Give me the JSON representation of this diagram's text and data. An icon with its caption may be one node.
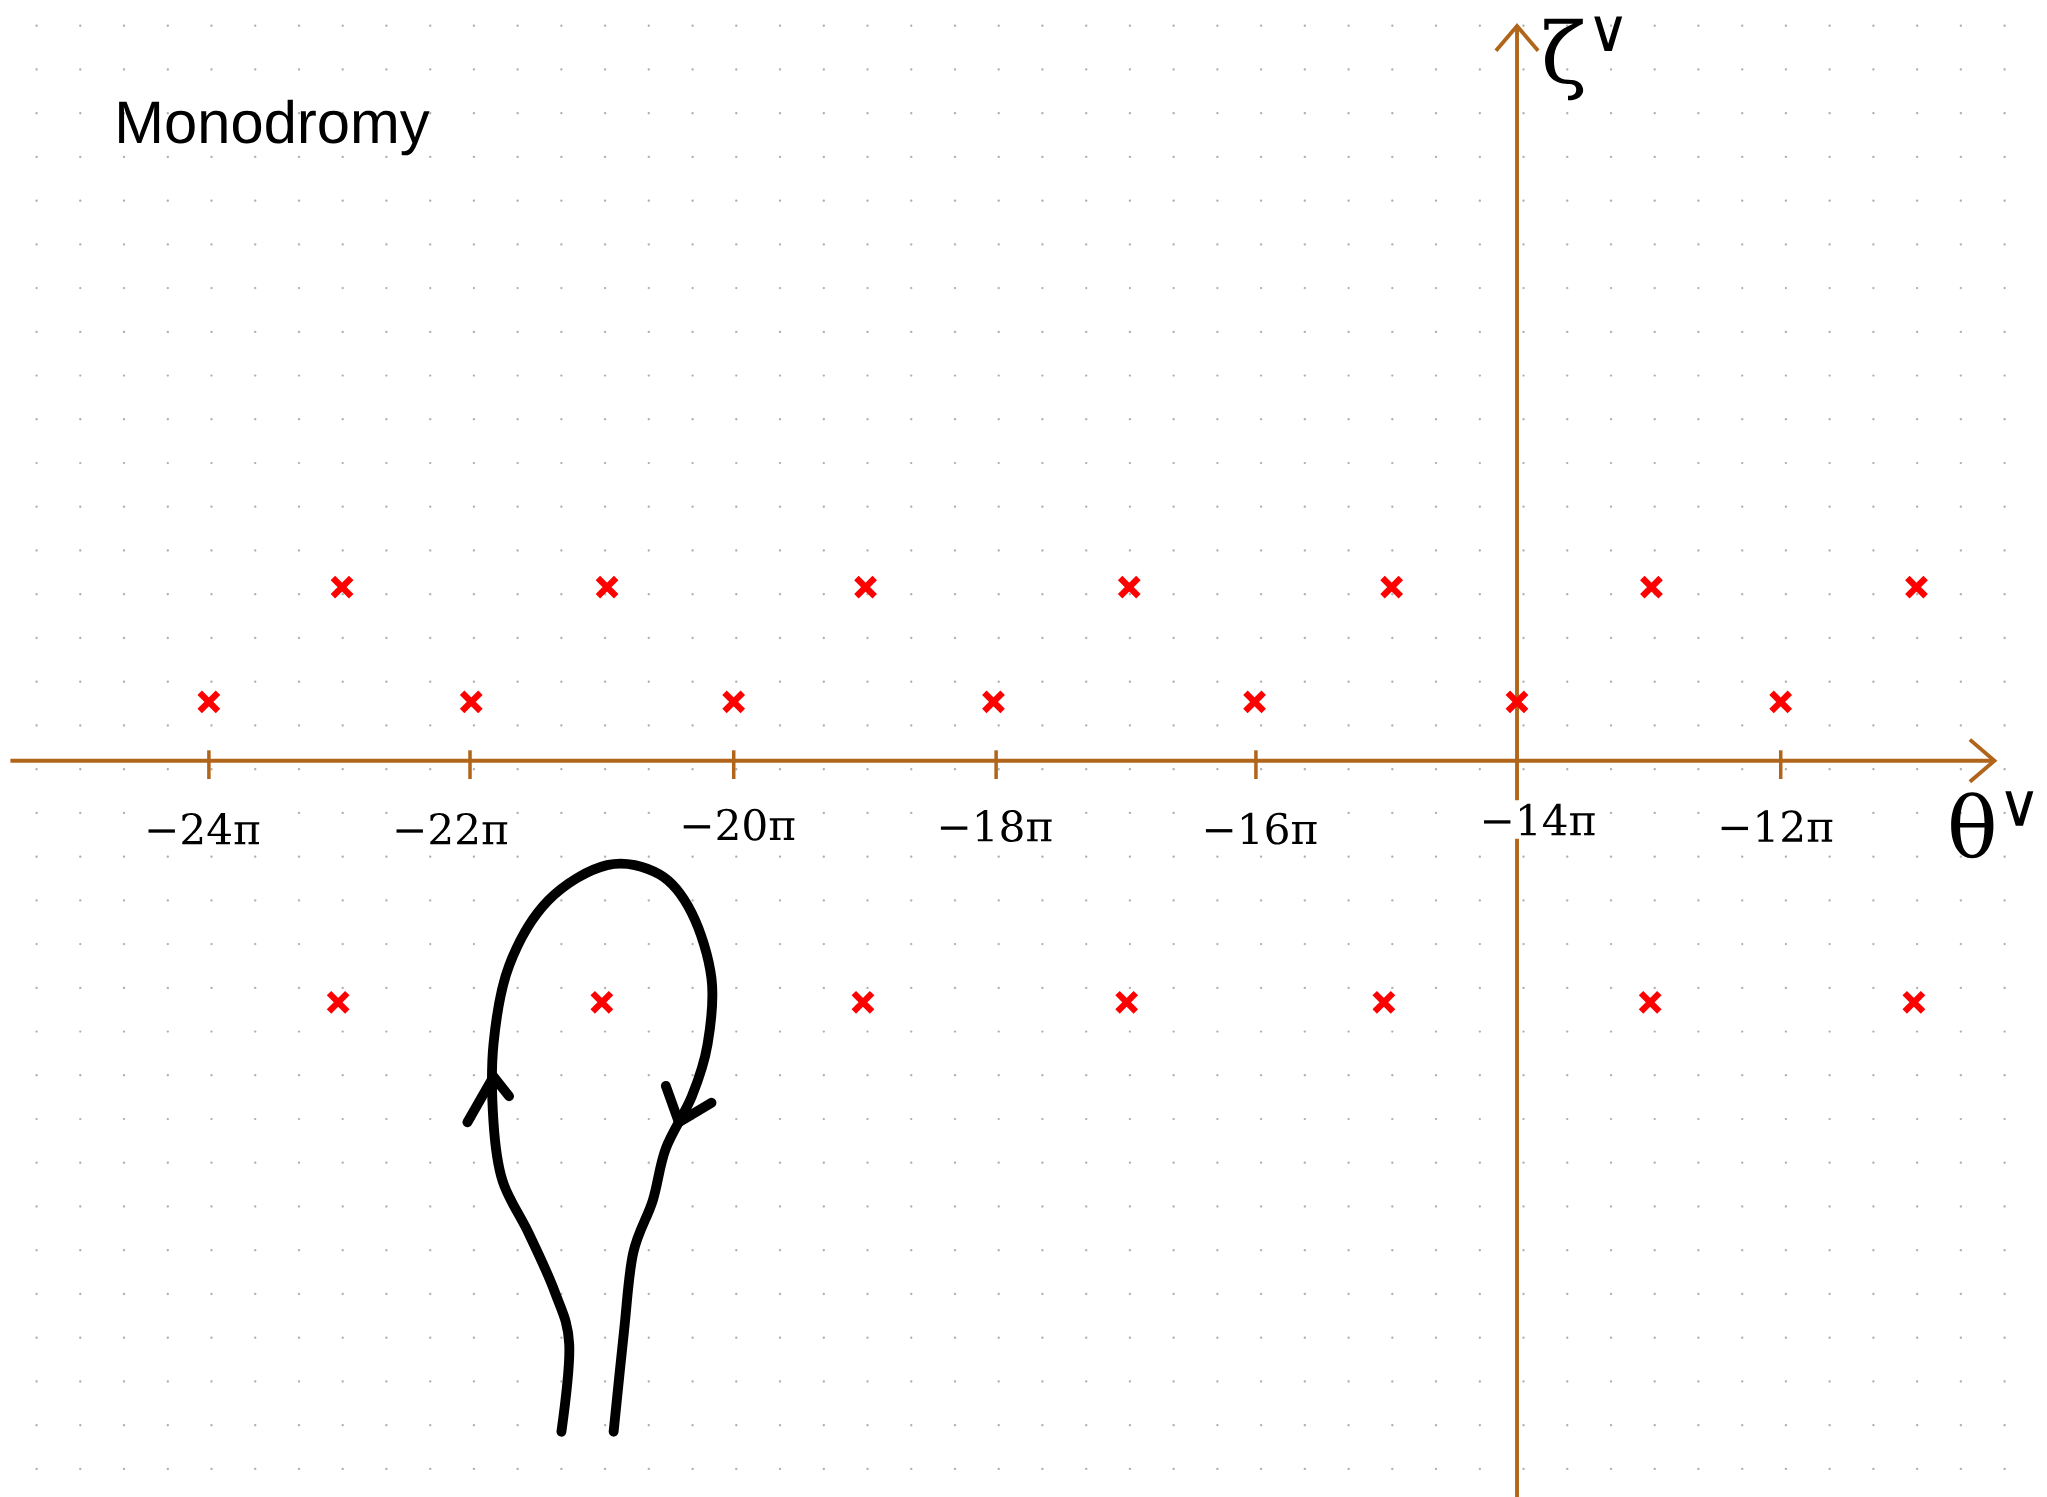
{
  "diagram": {
    "title": "Monodromy",
    "labels": [
      "ζ$^{∨}$",
      "−24π",
      "−22π",
      "−20π",
      "−18π",
      "−16π",
      "−14π",
      "−12π",
      "θ$^{∨}$"
    ]
  }
}
